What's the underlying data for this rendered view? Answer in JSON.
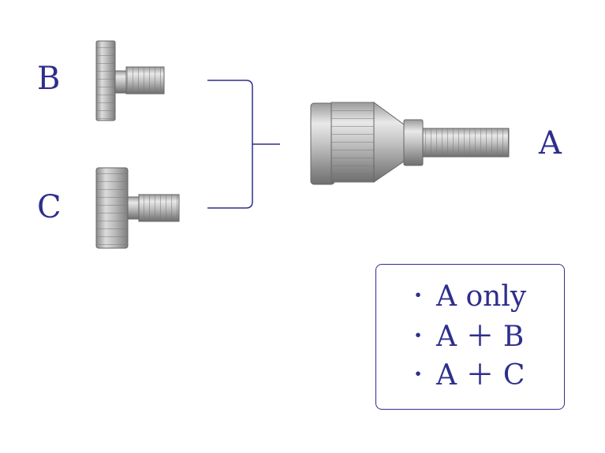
{
  "labels": {
    "a": "A",
    "b": "B",
    "c": "C"
  },
  "options": [
    {
      "bullet": "・",
      "text": "A only"
    },
    {
      "bullet": "・",
      "text": "A ＋ B"
    },
    {
      "bullet": "・",
      "text": "A ＋ C"
    }
  ],
  "colors": {
    "text": "#2e2e8c",
    "bracket": "#2e2e8c",
    "metal_light": "#e8e8e8",
    "metal_dark": "#8a8a8a"
  }
}
